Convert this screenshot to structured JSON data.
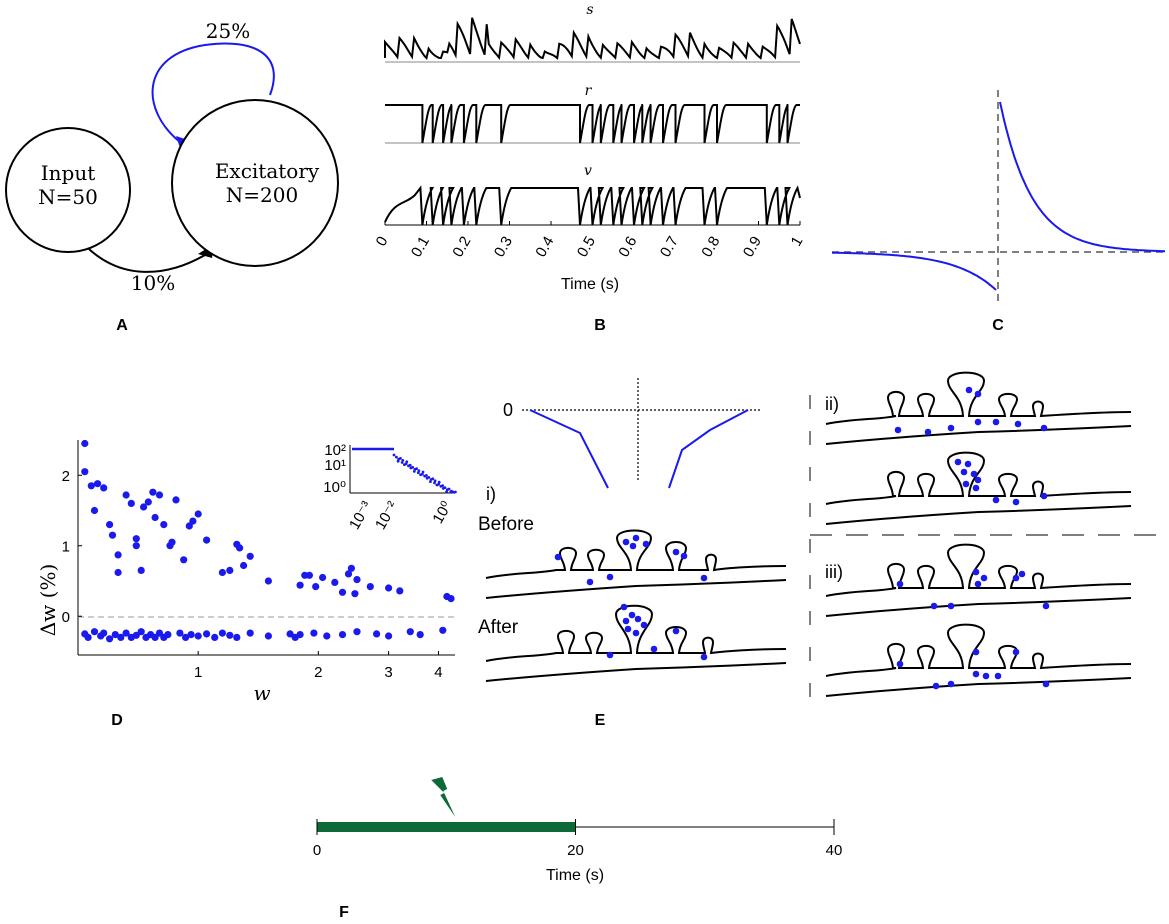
{
  "colors": {
    "blue": "#1a1aee",
    "black": "#000000",
    "green": "#0d6a38",
    "gray": "#808080"
  },
  "panels": {
    "A": {
      "label": "A",
      "input_name": "Input",
      "input_n": "N=50",
      "exc_name": "Excitatory",
      "exc_n": "N=200",
      "recurrent_pct": "25%",
      "ff_pct": "10%"
    },
    "B": {
      "label": "B",
      "trace_s": "s",
      "trace_r": "r",
      "trace_v": "v",
      "xticks": [
        "0",
        "0.1",
        "0.2",
        "0.3",
        "0.4",
        "0.5",
        "0.6",
        "0.7",
        "0.8",
        "0.9",
        "1"
      ],
      "xlabel": "Time (s)"
    },
    "C": {
      "label": "C"
    },
    "D": {
      "label": "D",
      "xlabel": "w",
      "ylabel": "Δw (%)",
      "yticks": [
        "2",
        "1",
        "0"
      ],
      "xticks": [
        "1",
        "2",
        "3",
        "4"
      ],
      "inset_yticks": [
        "10²",
        "10¹",
        "10⁰"
      ],
      "inset_xticks": [
        "10⁻³",
        "10⁻²",
        "10⁰"
      ]
    },
    "E": {
      "label": "E",
      "zero_label": "0",
      "i_label": "i)",
      "ii_label": "ii)",
      "iii_label": "iii)",
      "before_label": "Before",
      "after_label": "After"
    },
    "F": {
      "label": "F",
      "xticks": [
        "0",
        "20",
        "40"
      ],
      "xlabel": "Time (s)",
      "stim_end_s": 20,
      "total_s": 40,
      "shock_time_s": 10
    }
  },
  "chart_data": {
    "type": "scatter",
    "xlim": [
      0.5,
      4.4
    ],
    "ylim": [
      -0.55,
      2.5
    ],
    "series": [
      {
        "points": [
          [
            0.52,
            2.45
          ],
          [
            0.52,
            2.05
          ],
          [
            0.54,
            1.85
          ],
          [
            0.56,
            1.88
          ],
          [
            0.55,
            1.5
          ],
          [
            0.58,
            1.82
          ],
          [
            0.6,
            1.3
          ],
          [
            0.61,
            1.15
          ],
          [
            0.63,
            0.87
          ],
          [
            0.63,
            0.62
          ],
          [
            0.66,
            1.72
          ],
          [
            0.68,
            1.6
          ],
          [
            0.7,
            1.0
          ],
          [
            0.7,
            1.1
          ],
          [
            0.72,
            0.65
          ],
          [
            0.73,
            1.55
          ],
          [
            0.75,
            1.62
          ],
          [
            0.77,
            1.76
          ],
          [
            0.78,
            1.4
          ],
          [
            0.8,
            1.72
          ],
          [
            0.82,
            1.3
          ],
          [
            0.85,
            1.0
          ],
          [
            0.86,
            1.05
          ],
          [
            0.88,
            1.65
          ],
          [
            0.92,
            0.8
          ],
          [
            0.95,
            1.28
          ],
          [
            0.97,
            1.35
          ],
          [
            1.0,
            1.45
          ],
          [
            1.05,
            1.08
          ],
          [
            1.15,
            0.62
          ],
          [
            1.2,
            0.65
          ],
          [
            1.25,
            1.02
          ],
          [
            1.27,
            0.97
          ],
          [
            1.3,
            0.72
          ],
          [
            1.35,
            0.85
          ],
          [
            1.5,
            0.5
          ],
          [
            1.8,
            0.44
          ],
          [
            1.85,
            0.58
          ],
          [
            1.9,
            0.58
          ],
          [
            1.97,
            0.42
          ],
          [
            2.05,
            0.55
          ],
          [
            2.2,
            0.48
          ],
          [
            2.3,
            0.34
          ],
          [
            2.38,
            0.6
          ],
          [
            2.42,
            0.68
          ],
          [
            2.47,
            0.32
          ],
          [
            2.5,
            0.52
          ],
          [
            2.7,
            0.42
          ],
          [
            3.0,
            0.4
          ],
          [
            3.2,
            0.36
          ],
          [
            4.2,
            0.28
          ],
          [
            4.3,
            0.25
          ],
          [
            0.52,
            -0.25
          ],
          [
            0.53,
            -0.3
          ],
          [
            0.55,
            -0.22
          ],
          [
            0.57,
            -0.28
          ],
          [
            0.58,
            -0.24
          ],
          [
            0.6,
            -0.32
          ],
          [
            0.62,
            -0.26
          ],
          [
            0.64,
            -0.3
          ],
          [
            0.66,
            -0.24
          ],
          [
            0.68,
            -0.3
          ],
          [
            0.7,
            -0.27
          ],
          [
            0.72,
            -0.22
          ],
          [
            0.74,
            -0.3
          ],
          [
            0.76,
            -0.26
          ],
          [
            0.78,
            -0.3
          ],
          [
            0.8,
            -0.24
          ],
          [
            0.82,
            -0.3
          ],
          [
            0.84,
            -0.26
          ],
          [
            0.9,
            -0.24
          ],
          [
            0.93,
            -0.3
          ],
          [
            0.96,
            -0.26
          ],
          [
            1.0,
            -0.28
          ],
          [
            1.05,
            -0.25
          ],
          [
            1.1,
            -0.3
          ],
          [
            1.15,
            -0.24
          ],
          [
            1.2,
            -0.27
          ],
          [
            1.25,
            -0.3
          ],
          [
            1.35,
            -0.24
          ],
          [
            1.5,
            -0.28
          ],
          [
            1.7,
            -0.25
          ],
          [
            1.75,
            -0.3
          ],
          [
            1.8,
            -0.26
          ],
          [
            1.95,
            -0.24
          ],
          [
            2.1,
            -0.28
          ],
          [
            2.3,
            -0.26
          ],
          [
            2.5,
            -0.22
          ],
          [
            2.8,
            -0.25
          ],
          [
            3.0,
            -0.28
          ],
          [
            3.4,
            -0.22
          ],
          [
            3.6,
            -0.26
          ],
          [
            4.1,
            -0.2
          ]
        ]
      }
    ]
  }
}
